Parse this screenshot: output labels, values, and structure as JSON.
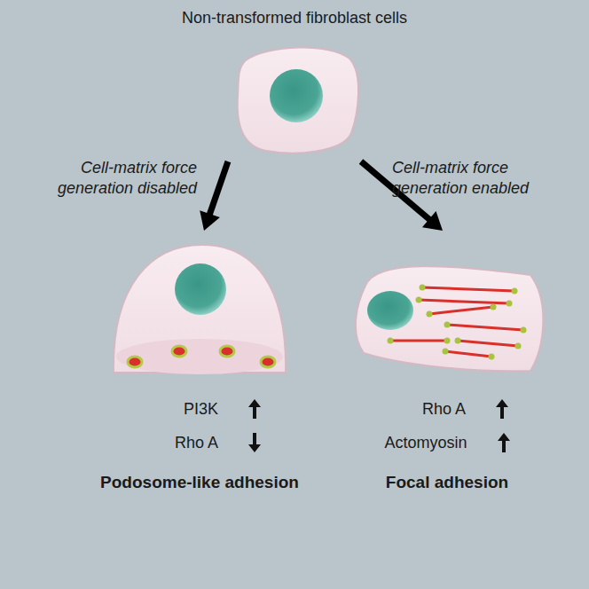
{
  "diagram": {
    "nodes": [
      {
        "text": [
          "Non-transformed fibroblast cells"
        ]
      },
      {
        "text": [
          "PI3K",
          "Rho A",
          "Podosome-like adhesion"
        ]
      },
      {
        "text": [
          "Rho A",
          "Actomyosin",
          "Focal adhesion"
        ]
      }
    ],
    "edges": [
      {
        "from": 0,
        "to": 1,
        "arrow": "to",
        "label": "Cell-matrix force generation disabled"
      },
      {
        "from": 0,
        "to": 2,
        "arrow": "to",
        "label": "Cell-matrix force generation enabled"
      }
    ]
  }
}
